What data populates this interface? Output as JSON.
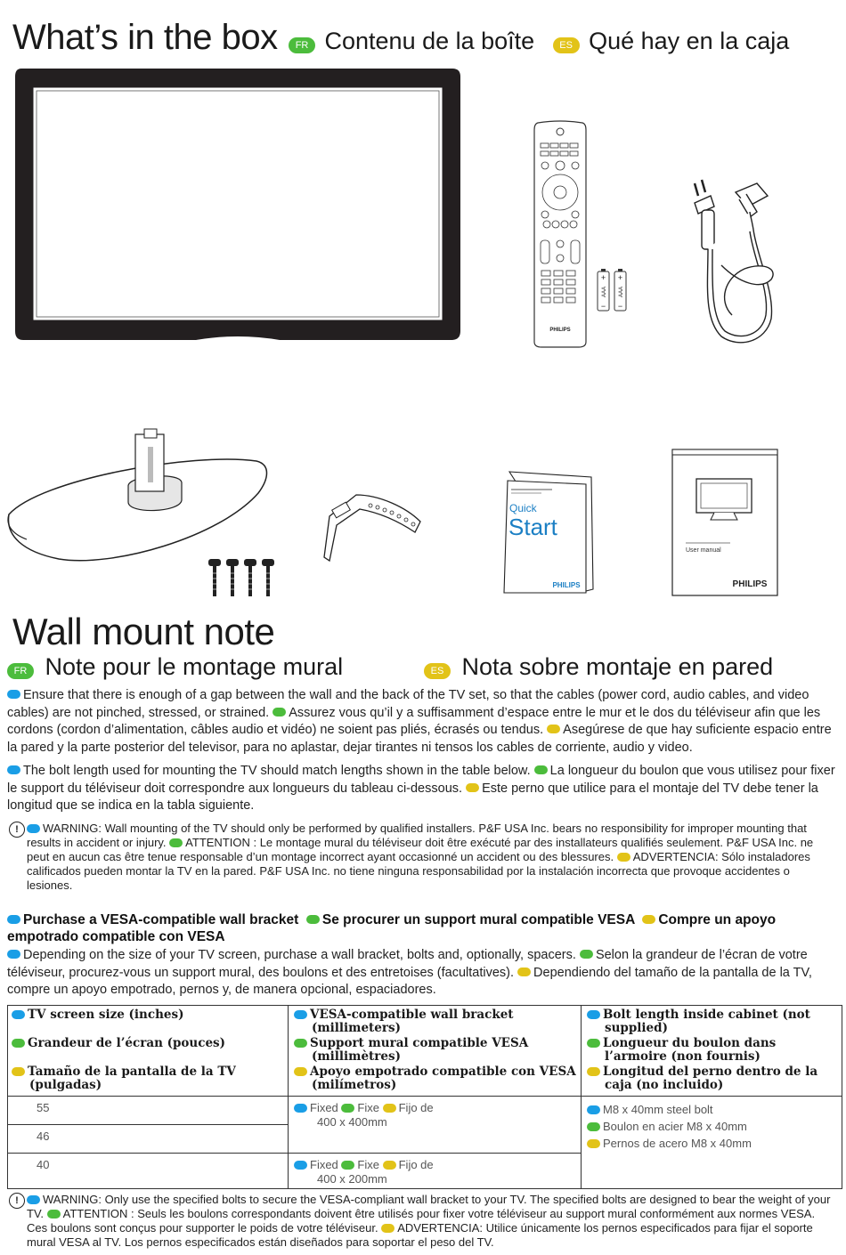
{
  "box": {
    "title": "What’s in the box",
    "fr_badge": "FR",
    "fr_title": "Contenu de la boîte",
    "es_badge": "ES",
    "es_title": "Qué hay en la caja"
  },
  "remote": {
    "brand": "PHILIPS"
  },
  "battery": {
    "label": "AAA"
  },
  "quickstart": {
    "line1": "Quick",
    "line2": "Start",
    "brand": "PHILIPS"
  },
  "manual": {
    "label": "User manual",
    "brand": "PHILIPS"
  },
  "wall": {
    "title": "Wall mount note",
    "fr_badge": "FR",
    "fr_title": "Note pour le montage mural",
    "es_badge": "ES",
    "es_title": "Nota sobre montaje en pared"
  },
  "para1": {
    "en": "Ensure that there is enough of a gap between the wall and the back of the TV set, so that the cables (power cord, audio cables, and video cables) are not pinched, stressed, or strained.",
    "fr": "Assurez vous qu’il y a suffisamment d’espace entre le mur et le dos du téléviseur afin que les cordons (cordon d’alimentation, câbles audio et vidéo) ne soient pas pliés, écrasés ou tendus.",
    "es": "Asegúrese de que hay suficiente espacio entre la pared y la parte posterior del televisor, para no aplastar, dejar tirantes ni tensos los cables de corriente, audio y video."
  },
  "para2": {
    "en": "The bolt length used for mounting the TV should match lengths shown in the table below.",
    "fr": "La longueur du boulon que vous utilisez pour fixer le support du téléviseur doit correspondre aux longueurs du tableau ci-dessous.",
    "es": "Este perno que utilice para el montaje del TV debe tener la longitud que se indica en la tabla siguiente."
  },
  "warning1": {
    "en": "WARNING: Wall mounting of the TV should only be performed by qualified installers. P&F USA Inc. bears no responsibility for improper mounting that results in accident or injury.",
    "fr": "ATTENTION : Le montage mural du téléviseur doit être exécuté par des installateurs qualifiés seulement. P&F USA Inc. ne peut en aucun cas être tenue responsable d’un montage incorrect ayant occasionné un accident ou des blessures.",
    "es": "ADVERTENCIA: Sólo instaladores calificados pueden montar la TV en la pared. P&F USA Inc. no tiene ninguna responsabilidad por la instalación incorrecta que provoque accidentes o lesiones."
  },
  "purchase": {
    "en": "Purchase a VESA-compatible wall bracket",
    "fr": "Se procurer un support mural compatible VESA",
    "es": "Compre un apoyo empotrado compatible con VESA"
  },
  "para3": {
    "en": "Depending on the size of your TV screen, purchase a wall bracket, bolts and, optionally, spacers.",
    "fr": "Selon la grandeur de l’écran de votre téléviseur, procurez-vous un support mural, des boulons et des entretoises (facultatives).",
    "es": "Dependiendo del tamaño de la pantalla de la TV, compre un apoyo empotrado, pernos y, de manera opcional, espaciadores."
  },
  "table": {
    "col1": {
      "en": "TV screen size (inches)",
      "fr": "Grandeur de l’écran (pouces)",
      "es": "Tamaño de la pantalla de la TV (pulgadas)"
    },
    "col2": {
      "en": "VESA-compatible wall bracket (millimeters)",
      "fr": "Support mural compatible VESA (millimètres)",
      "es": "Apoyo empotrado compatible con VESA (milímetros)"
    },
    "col3": {
      "en": "Bolt length inside cabinet (not supplied)",
      "fr": "Longueur du boulon dans l’armoire (non fournis)",
      "es": "Longitud del perno dentro de la caja (no incluido)"
    },
    "sizes": [
      "55",
      "46",
      "40"
    ],
    "bracket_a": {
      "en": "Fixed",
      "fr": "Fixe",
      "es": "Fijo de",
      "size": "400 x 400mm"
    },
    "bracket_b": {
      "en": "Fixed",
      "fr": "Fixe",
      "es": "Fijo de",
      "size": "400 x 200mm"
    },
    "bolt": {
      "en": "M8 x 40mm steel bolt",
      "fr": "Boulon en acier M8 x 40mm",
      "es": "Pernos de acero M8 x 40mm"
    }
  },
  "warning2": {
    "en": "WARNING: Only use the specified bolts to secure the VESA-compliant wall bracket to your TV. The specified bolts are designed to bear the weight of your TV.",
    "fr": "ATTENTION : Seuls les boulons correspondants doivent être utilisés pour fixer votre téléviseur au support mural conformément aux normes VESA. Ces boulons sont conçus pour supporter le poids de votre téléviseur.",
    "es": "ADVERTENCIA: Utilice únicamente los pernos especificados para fijar el soporte mural VESA al TV. Los pernos especificados están diseñados para soportar el peso del TV."
  },
  "colors": {
    "en": "#1a9ee6",
    "fr": "#4cbc3c",
    "es": "#e2c318"
  }
}
